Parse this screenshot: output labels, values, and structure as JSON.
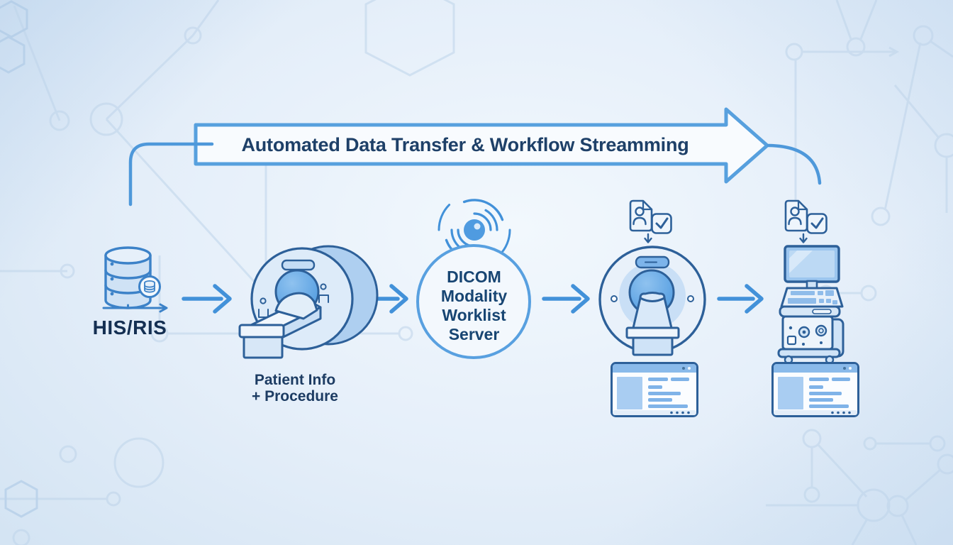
{
  "diagram": {
    "subject": "DICOM modality worklist data flow",
    "colors": {
      "accent_blue": "#4291d9",
      "outline_navy": "#2d6099",
      "text_navy": "#1d3c63",
      "fill_light": "#ddebf9",
      "fill_mid": "#a9cdf2",
      "fill_bore": "#57a0e4",
      "banner_fill": "#f8fbfe",
      "pattern_blue": "#bed4ea"
    }
  },
  "banner": {
    "title": "Automated Data Transfer & Workflow Streamming"
  },
  "nodes": {
    "his_ris": {
      "label": "HIS/RIS",
      "icon": "database-icon"
    },
    "modality": {
      "caption_line1": "Patient Info",
      "caption_line2": "+ Procedure",
      "icon": "ct-scanner-side-icon"
    },
    "dicom_server": {
      "label_lines": [
        "DICOM",
        "Modality",
        "Worklist",
        "Server"
      ],
      "icon": "vortex-swirl-icon"
    },
    "receiving_scanner": {
      "icon": "mri-front-icon",
      "badge_icon": "patient-file-check-icon",
      "screen_icon": "worklist-window-icon"
    },
    "receiving_workstation": {
      "icon": "ultrasound-cart-icon",
      "badge_icon": "patient-file-check-icon",
      "screen_icon": "worklist-window-icon"
    }
  }
}
